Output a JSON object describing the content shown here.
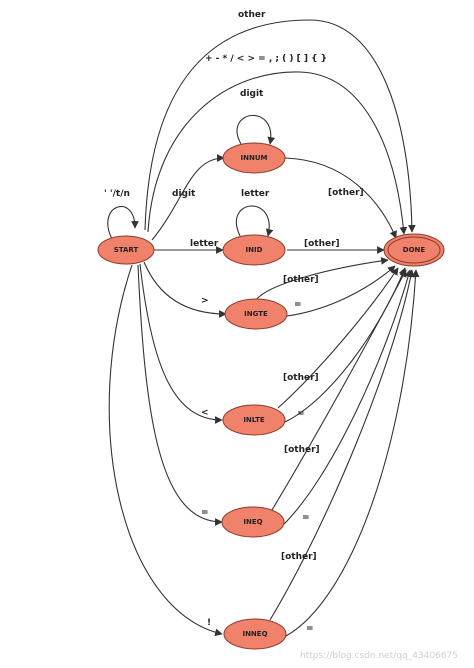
{
  "nodes": {
    "start": "START",
    "innum": "INNUM",
    "inid": "INID",
    "ingte": "INGTE",
    "inlte": "INLTE",
    "ineq": "INEQ",
    "inneq": "INNEQ",
    "done": "DONE"
  },
  "edges": {
    "other_top": "other",
    "symbols": "+ - * / < > = , ; ( ) [ ] { }",
    "whitespace": "' '/t/n",
    "digit_loop": "digit",
    "digit": "digit",
    "innum_other": "[other]",
    "letter_loop": "letter",
    "letter": "letter",
    "inid_other": "[other]",
    "gt": ">",
    "ingte_other": "[other]",
    "ingte_eq": "=",
    "lt": "<",
    "inlte_other": "[other]",
    "inlte_eq": "=",
    "eq": "=",
    "ineq_other": "[other]",
    "ineq_eq": "=",
    "bang": "!",
    "inneq_other": "[other]",
    "inneq_eq": "="
  },
  "watermark": "https://blog.csdn.net/qq_43406675",
  "colors": {
    "node_fill": "#f0826b",
    "node_stroke": "#8a3a2a",
    "edge": "#333333"
  }
}
